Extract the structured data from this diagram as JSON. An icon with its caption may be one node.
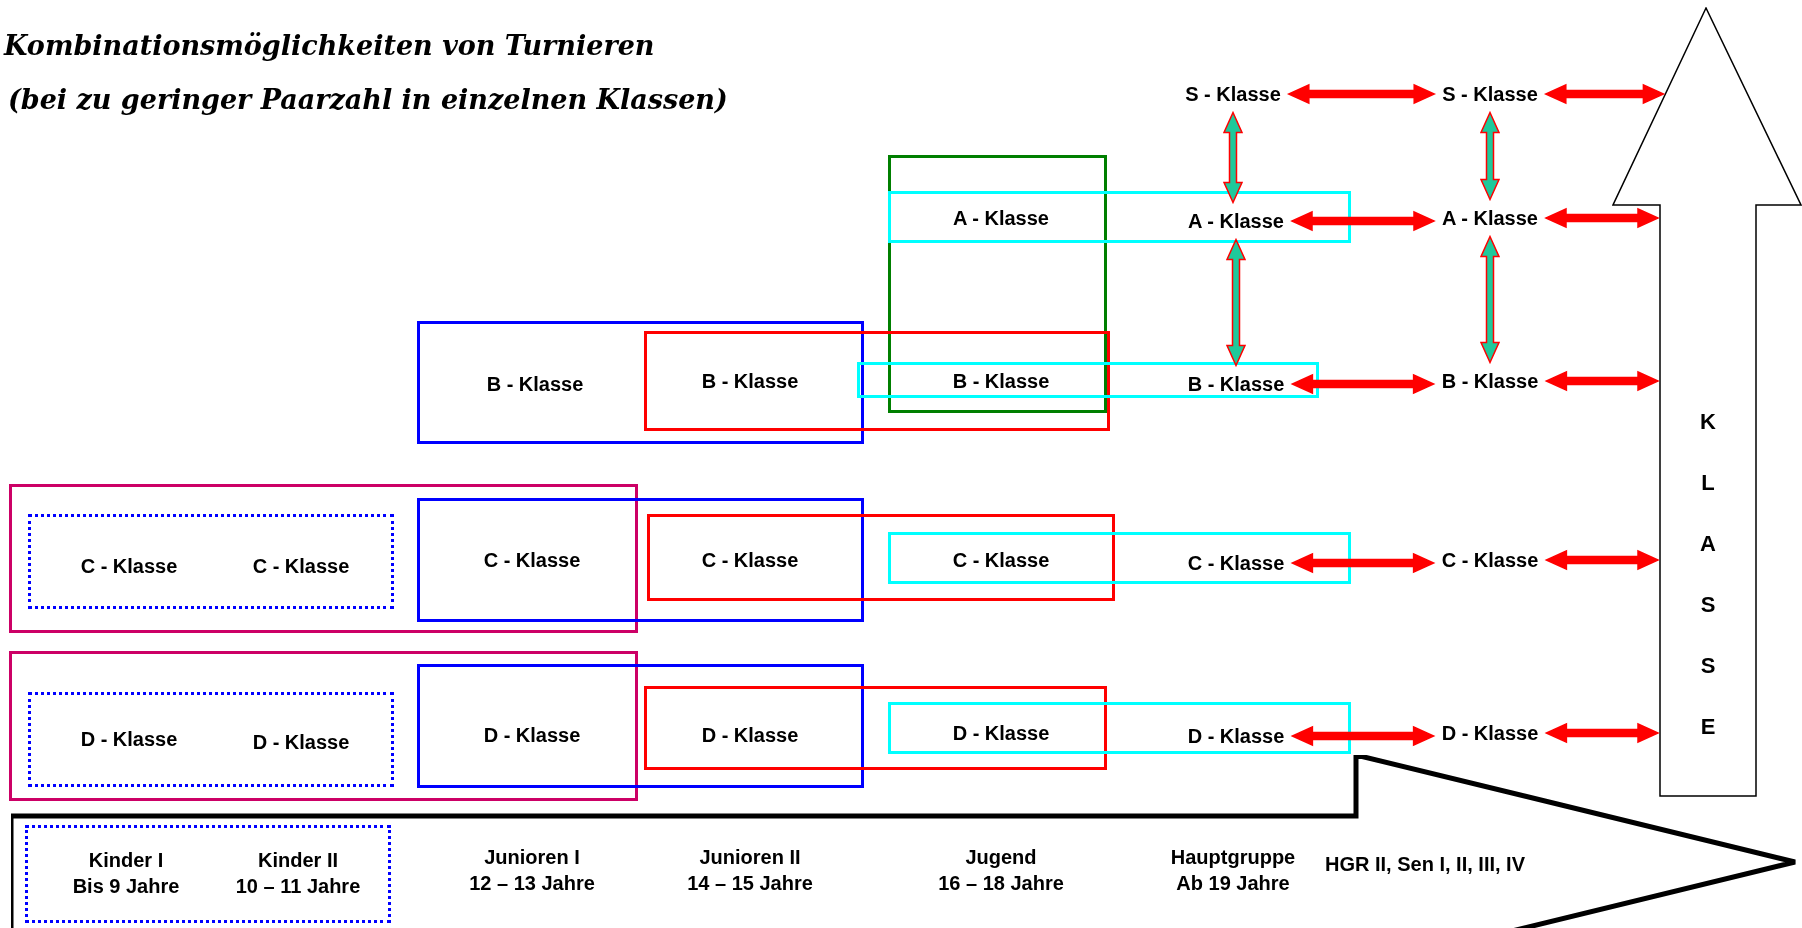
{
  "diagram": {
    "title": "Kombinationsmöglichkeiten von Turnieren",
    "labels": [
      "(bei zu geringer Paarzahl in einzelnen Klassen)"
    ],
    "nodes": [
      {
        "text": [
          "S - Klasse"
        ]
      },
      {
        "text": [
          "S - Klasse"
        ]
      },
      {
        "text": [],
        "shape": "box"
      },
      {
        "text": [],
        "shape": "box"
      },
      {
        "text": [
          "A - Klasse"
        ]
      },
      {
        "text": [
          "A - Klasse"
        ],
        "in": 3
      },
      {
        "text": [
          "A - Klasse"
        ]
      },
      {
        "text": [],
        "shape": "box"
      },
      {
        "text": [],
        "shape": "box"
      },
      {
        "text": [],
        "shape": "box"
      },
      {
        "text": [
          "B - Klasse"
        ],
        "in": 7
      },
      {
        "text": [
          "B - Klasse"
        ]
      },
      {
        "text": [
          "B - Klasse"
        ]
      },
      {
        "text": [
          "B - Klasse"
        ],
        "in": 9
      },
      {
        "text": [
          "B - Klasse"
        ]
      },
      {
        "text": [
          "KLASSE"
        ]
      },
      {
        "text": [],
        "shape": "box"
      },
      {
        "text": [],
        "shape": "box",
        "in": 16
      },
      {
        "text": [],
        "shape": "box"
      },
      {
        "text": [],
        "shape": "box"
      },
      {
        "text": [],
        "shape": "box"
      },
      {
        "text": [
          "C - Klasse"
        ],
        "in": 17
      },
      {
        "text": [
          "C - Klasse"
        ],
        "in": 17
      },
      {
        "text": [
          "C - Klasse"
        ]
      },
      {
        "text": [
          "C - Klasse"
        ]
      },
      {
        "text": [
          "C - Klasse"
        ]
      },
      {
        "text": [
          "C - Klasse"
        ],
        "in": 20
      },
      {
        "text": [
          "C - Klasse"
        ]
      },
      {
        "text": [],
        "shape": "box"
      },
      {
        "text": [],
        "shape": "box",
        "in": 28
      },
      {
        "text": [],
        "shape": "box"
      },
      {
        "text": [],
        "shape": "box"
      },
      {
        "text": [],
        "shape": "box"
      },
      {
        "text": [
          "D - Klasse"
        ],
        "in": 29
      },
      {
        "text": [
          "D - Klasse"
        ],
        "in": 29
      },
      {
        "text": [
          "D - Klasse"
        ]
      },
      {
        "text": [
          "D - Klasse"
        ]
      },
      {
        "text": [
          "D - Klasse"
        ]
      },
      {
        "text": [
          "D - Klasse"
        ],
        "in": 32
      },
      {
        "text": [
          "D - Klasse"
        ]
      },
      {
        "text": [],
        "shape": "arrow"
      },
      {
        "text": [],
        "shape": "box",
        "in": 40
      },
      {
        "text": [
          "Kinder I",
          "Bis 9 Jahre"
        ],
        "in": 41
      },
      {
        "text": [
          "Kinder II",
          "10 – 11 Jahre"
        ],
        "in": 41
      },
      {
        "text": [
          "Junioren I",
          "12 – 13 Jahre"
        ],
        "in": 40
      },
      {
        "text": [
          "Junioren II",
          "14 – 15 Jahre"
        ],
        "in": 40
      },
      {
        "text": [
          "Jugend",
          "16 – 18 Jahre"
        ],
        "in": 40
      },
      {
        "text": [
          "Hauptgruppe",
          "Ab 19 Jahre"
        ],
        "in": 40
      },
      {
        "text": [
          "HGR II, Sen I, II, III, IV"
        ],
        "in": 40
      }
    ],
    "edges": [
      {
        "from": 0,
        "to": 1,
        "arrow": "both"
      },
      {
        "from": 1,
        "to": 15,
        "arrow": "both"
      },
      {
        "from": 0,
        "to": 5,
        "arrow": "both",
        "color": "#1fc99b"
      },
      {
        "from": 1,
        "to": 6,
        "arrow": "both",
        "color": "#1fc99b"
      },
      {
        "from": 5,
        "to": 6,
        "arrow": "both"
      },
      {
        "from": 6,
        "to": 15,
        "arrow": "both"
      },
      {
        "from": 5,
        "to": 13,
        "arrow": "both",
        "color": "#1fc99b"
      },
      {
        "from": 6,
        "to": 14,
        "arrow": "both",
        "color": "#1fc99b"
      },
      {
        "from": 13,
        "to": 14,
        "arrow": "both"
      },
      {
        "from": 14,
        "to": 15,
        "arrow": "both"
      },
      {
        "from": 26,
        "to": 27,
        "arrow": "both"
      },
      {
        "from": 27,
        "to": 15,
        "arrow": "both"
      },
      {
        "from": 38,
        "to": 39,
        "arrow": "both"
      },
      {
        "from": 39,
        "to": 15,
        "arrow": "both"
      }
    ]
  }
}
